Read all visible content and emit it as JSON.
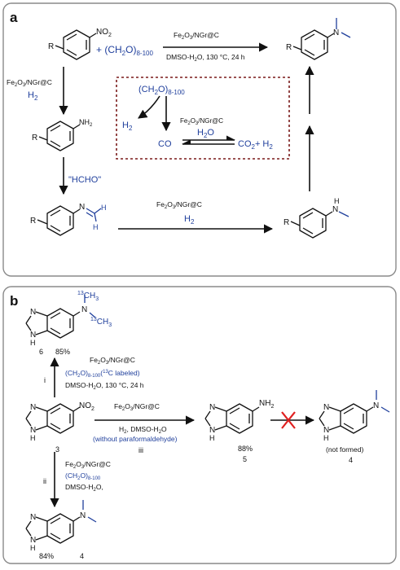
{
  "panel_a": {
    "label": "a",
    "r_label": "R",
    "nitro_group": "NO",
    "nitro_sub": "2",
    "plus_paraform": "+ (CH",
    "paraform_sub1": "2",
    "paraform_mid": "O)",
    "paraform_sub2": "8-100",
    "top_cond_1": "Fe",
    "top_cond_1_sub": "2",
    "top_cond_1b": "O",
    "top_cond_1b_sub": "3",
    "top_cond_1c": "/NGr@C",
    "top_cond_2": "DMSO-H",
    "top_cond_2_sub": "2",
    "top_cond_2b": "O, 130 °C, 24 h",
    "left_cond_1": "Fe",
    "left_cond_1_sub": "2",
    "left_cond_1b": "O",
    "left_cond_1b_sub": "3",
    "left_cond_1c": "/NGr@C",
    "left_cond_h2": "H",
    "left_cond_h2_sub": "2",
    "nh2": "NH",
    "nh2_sub": "2",
    "hcho": "\"HCHO\"",
    "imine_n": "N",
    "imine_h1": "H",
    "imine_h2": "H",
    "bottom_cond_1": "Fe",
    "bottom_cond_1_sub": "2",
    "bottom_cond_1b": "O",
    "bottom_cond_1b_sub": "3",
    "bottom_cond_1c": "/NGr@C",
    "bottom_cond_h2": "H",
    "bottom_cond_h2_sub": "2",
    "nh_label": "N",
    "nh_h": "H",
    "product_n": "N",
    "box_paraform": "(CH",
    "box_paraform_sub1": "2",
    "box_paraform_mid": "O)",
    "box_paraform_sub2": "8-100",
    "box_h2": "H",
    "box_h2_sub": "2",
    "box_co": "CO",
    "box_cat": "Fe",
    "box_cat_sub": "2",
    "box_cat_b": "O",
    "box_cat_b_sub": "3",
    "box_cat_c": "/NGr@C",
    "box_h2o": "H",
    "box_h2o_sub": "2",
    "box_h2o_b": "O",
    "box_co2": "CO",
    "box_co2_sub": "2",
    "box_co2_plus": "+ H",
    "box_co2_h2_sub": "2"
  },
  "panel_b": {
    "label": "b",
    "c13_a": "13",
    "c13_a_text": "CH",
    "c13_a_sub": "3",
    "c13_n": "N",
    "c13_b": "13",
    "c13_b_text": "CH",
    "c13_b_sub": "3",
    "cmp6_n1": "N",
    "cmp6_nh": "N",
    "cmp6_h": "H",
    "cmp6_num": "6",
    "cmp6_yield": "85%",
    "route_i": "i",
    "i_cond_1": "Fe",
    "i_cond_1_sub": "2",
    "i_cond_1b": "O",
    "i_cond_1b_sub": "3",
    "i_cond_1c": "/NGr@C",
    "i_cond_2": "(CH",
    "i_cond_2_sub1": "2",
    "i_cond_2b": "O)",
    "i_cond_2_sub2": "8-100",
    "i_cond_2_sup": "13",
    "i_cond_2c": "C labeled)",
    "i_cond_2_open": "(",
    "i_cond_3": "DMSO-H",
    "i_cond_3_sub": "2",
    "i_cond_3b": "O, 130 °C, 24 h",
    "cmp3_no2": "NO",
    "cmp3_no2_sub": "2",
    "cmp3_n1": "N",
    "cmp3_nh": "N",
    "cmp3_h": "H",
    "cmp3_num": "3",
    "iii_cond_1": "Fe",
    "iii_cond_1_sub": "2",
    "iii_cond_1b": "O",
    "iii_cond_1b_sub": "3",
    "iii_cond_1c": "/NGr@C",
    "iii_cond_2": "H",
    "iii_cond_2_sub": "2",
    "iii_cond_2b": ", DMSO-H",
    "iii_cond_2_sub2": "2",
    "iii_cond_2c": "O",
    "iii_cond_3": "(without paraformaldehyde)",
    "route_iii": "iii",
    "cmp5_nh2": "NH",
    "cmp5_nh2_sub": "2",
    "cmp5_n1": "N",
    "cmp5_nh": "N",
    "cmp5_h": "H",
    "cmp5_yield": "88%",
    "cmp5_num": "5",
    "cmp4a_n": "N",
    "cmp4a_n1": "N",
    "cmp4a_nh": "N",
    "cmp4a_h": "H",
    "cmp4a_note": "(not formed)",
    "cmp4a_num": "4",
    "route_ii": "ii",
    "ii_cond_1": "Fe",
    "ii_cond_1_sub": "2",
    "ii_cond_1b": "O",
    "ii_cond_1b_sub": "3",
    "ii_cond_1c": "/NGr@C",
    "ii_cond_2": "(CH",
    "ii_cond_2_sub1": "2",
    "ii_cond_2b": "O)",
    "ii_cond_2_sub2": "8-100",
    "ii_cond_3": "DMSO-H",
    "ii_cond_3_sub": "2",
    "ii_cond_3b": "O,",
    "cmp4b_n": "N",
    "cmp4b_n1": "N",
    "cmp4b_nh": "N",
    "cmp4b_h": "H",
    "cmp4b_yield": "84%",
    "cmp4b_num": "4"
  }
}
